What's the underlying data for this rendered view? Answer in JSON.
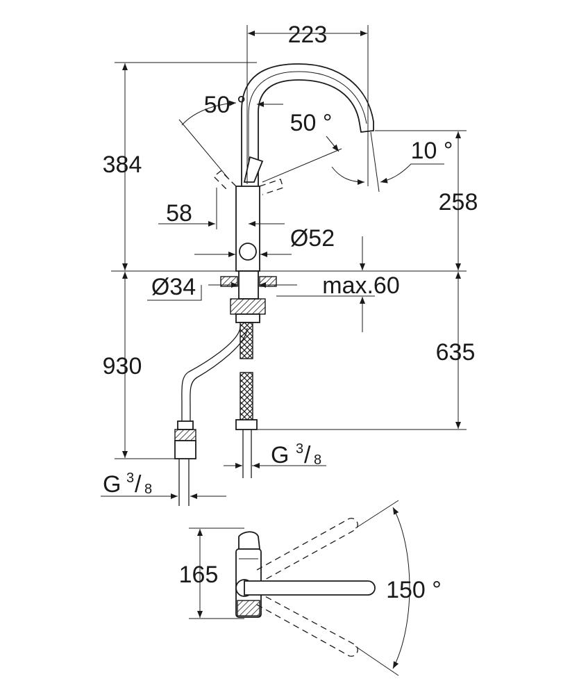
{
  "dimensions": {
    "width_top": "223",
    "height_total": "384",
    "spout_height": "258",
    "angle_lever_left": "50 °",
    "angle_lever_right": "50 °",
    "angle_spout": "10 °",
    "lever_offset": "58",
    "body_diameter": "Ø52",
    "hole_diameter": "Ø34",
    "max_counter": "max.60",
    "hose_length_total": "930",
    "hose_length_short": "635",
    "swivel_angle": "150 °",
    "top_view_depth": "165"
  },
  "threads": [
    {
      "letter": "G",
      "numerator": "3",
      "slash": "/",
      "denominator": "8"
    },
    {
      "letter": "G",
      "numerator": "3",
      "slash": "/",
      "denominator": "8"
    }
  ],
  "colors": {
    "line": "#1a1a1a",
    "background": "#ffffff"
  }
}
